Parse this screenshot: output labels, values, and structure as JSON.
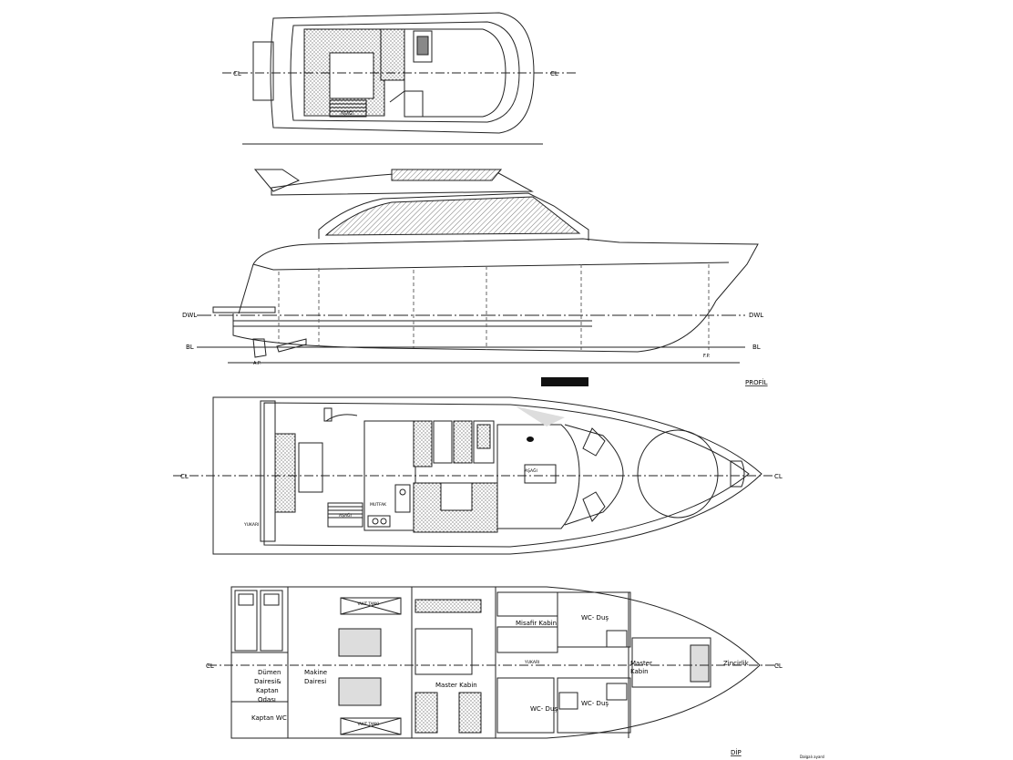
{
  "centerline": "CL",
  "waterline": "DWL",
  "baseline": "BL",
  "aft_perpendicular": "A.P.",
  "forward_perpendicular": "F.P.",
  "stair_label": "AŞAĞI",
  "stair_label_up": "YUKARI",
  "galley_label": "MUTFAK",
  "profile_title": "PROFİL",
  "bottom_title": "DİP",
  "corner_note": "Dalgalı ayarsl",
  "tank_labels": [
    "YAKIT TANKI",
    "YAKIT TANKI"
  ],
  "lower_deck": {
    "steering_room": [
      "Dümen",
      "Dairesi&",
      "Kaptan",
      "Odası"
    ],
    "engine_room": [
      "Makine",
      "Dairesi"
    ],
    "captain_wc": "Kaptan WC",
    "guest_cabin": "Misafir Kabin",
    "master_cabin_mid": "Master Kabin",
    "master_cabin_fwd": [
      "Master",
      "Kabin"
    ],
    "chain_locker": "Zincirlik",
    "wc_shower_1": "WC- Duş",
    "wc_shower_2": "WC- Duş",
    "wc_shower_3": "WC- Duş"
  }
}
